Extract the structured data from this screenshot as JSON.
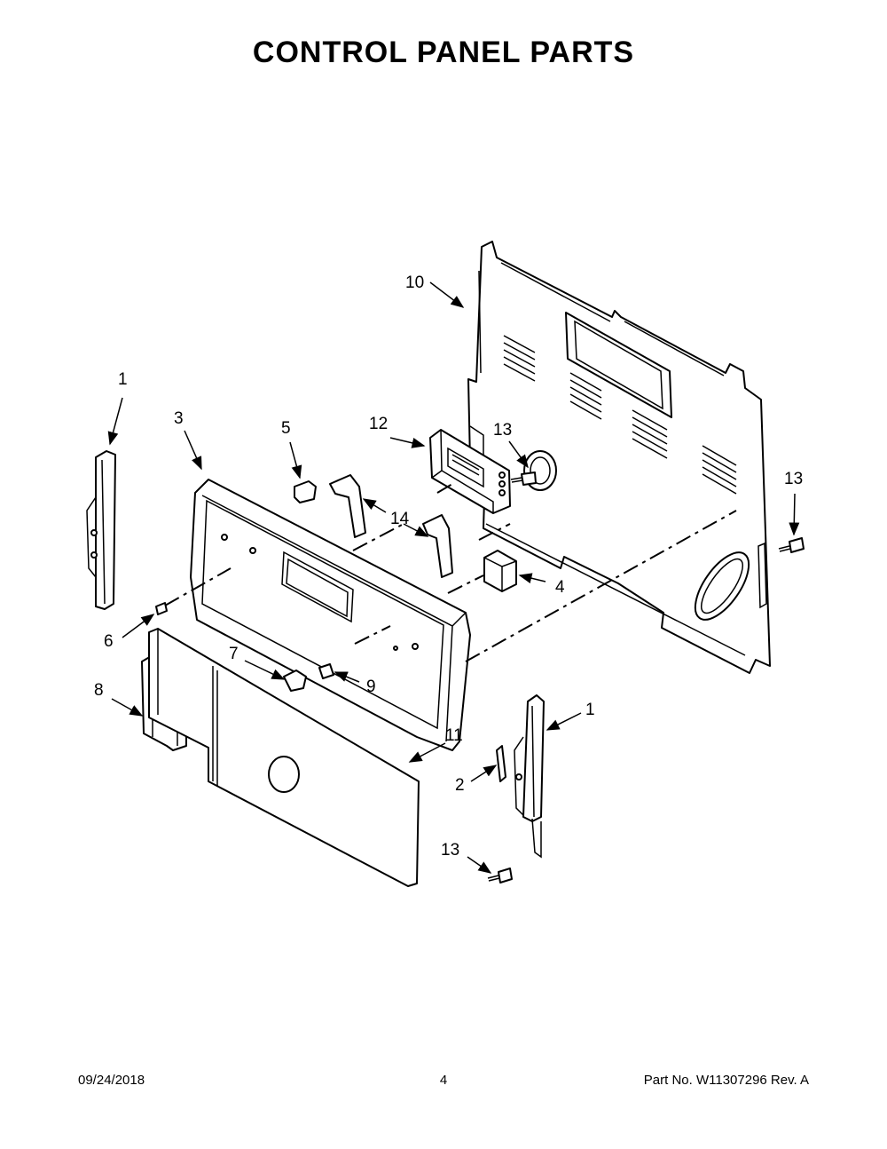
{
  "title": "CONTROL PANEL PARTS",
  "footer": {
    "date": "09/24/2018",
    "page": "4",
    "part_no": "Part No.  W11307296  Rev.  A"
  },
  "callouts": {
    "c1a": "1",
    "c1b": "1",
    "c2": "2",
    "c3": "3",
    "c4": "4",
    "c5": "5",
    "c6": "6",
    "c7": "7",
    "c8": "8",
    "c9": "9",
    "c10": "10",
    "c11": "11",
    "c12": "12",
    "c13a": "13",
    "c13b": "13",
    "c13c": "13",
    "c14": "14"
  }
}
